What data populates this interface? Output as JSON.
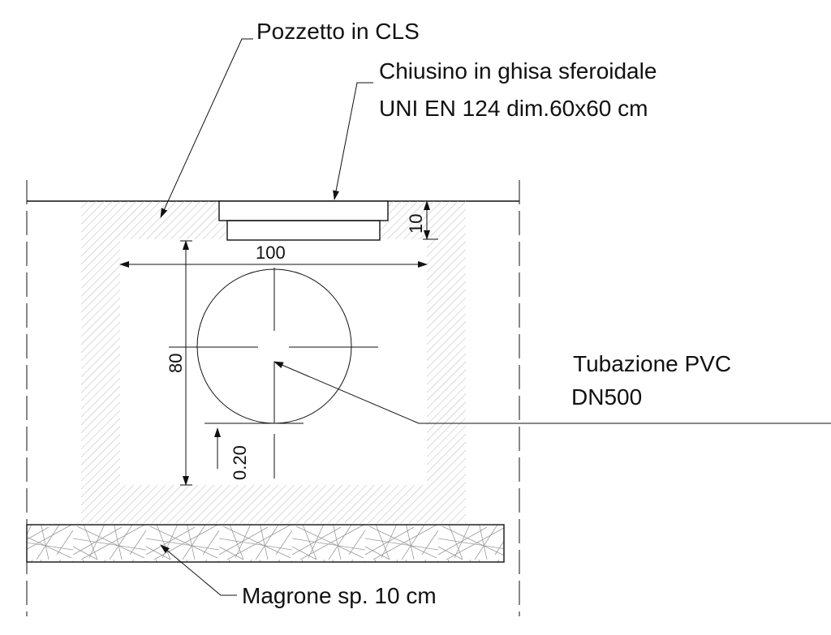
{
  "labels": {
    "chamber": "Pozzetto in CLS",
    "cover_line1": "Chiusino in ghisa sferoidale",
    "cover_line2": "UNI EN 124 dim.60x60 cm",
    "pipe_line1": "Tubazione PVC",
    "pipe_line2": "DN500",
    "base": "Magrone sp. 10 cm"
  },
  "dimensions": {
    "inner_width": "100",
    "inner_height": "80",
    "cover_depth": "10",
    "pipe_clearance": "0.20"
  },
  "colors": {
    "line": "#111111",
    "hatch": "#b8b8b8",
    "magrone_hatch": "#9a9a9a"
  }
}
